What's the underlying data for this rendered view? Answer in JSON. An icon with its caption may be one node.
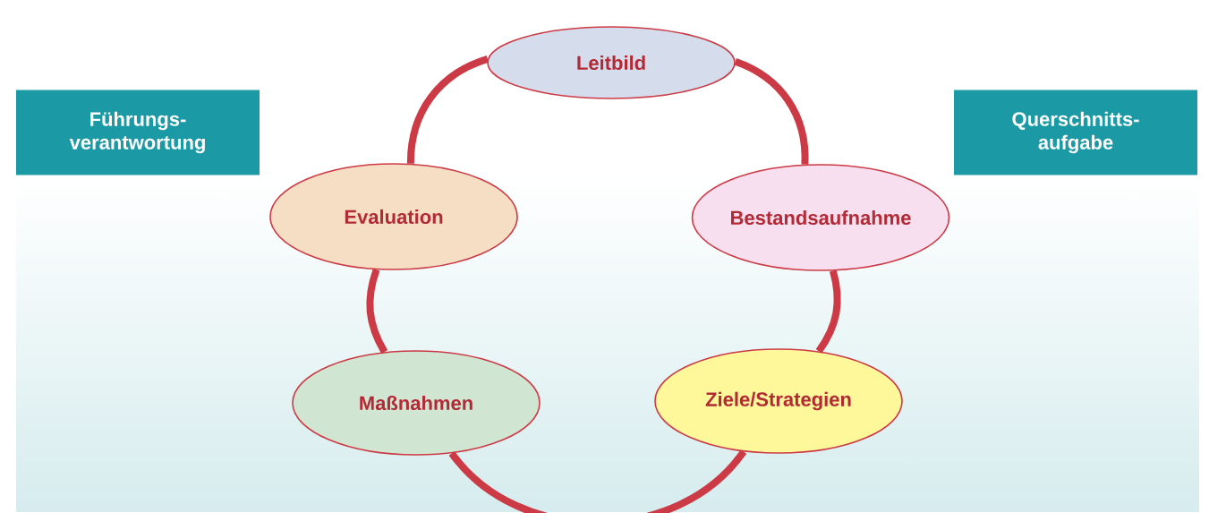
{
  "diagram": {
    "nodes": [
      {
        "text": [
          "Führungs- verantwortung"
        ]
      },
      {
        "text": [
          "Querschnitts- aufgabe"
        ]
      },
      {
        "text": [
          "Leitbild"
        ]
      },
      {
        "text": [
          "Bestandsaufnahme"
        ]
      },
      {
        "text": [
          "Ziele/Strategien"
        ]
      },
      {
        "text": [
          "Maßnahmen"
        ]
      },
      {
        "text": [
          "Evaluation"
        ]
      }
    ],
    "edges": [
      {
        "from": 2,
        "to": 3,
        "arrow": "none"
      },
      {
        "from": 3,
        "to": 4,
        "arrow": "none"
      },
      {
        "from": 4,
        "to": 5,
        "arrow": "none"
      },
      {
        "from": 5,
        "to": 6,
        "arrow": "none"
      },
      {
        "from": 6,
        "to": 2,
        "arrow": "none"
      }
    ]
  }
}
